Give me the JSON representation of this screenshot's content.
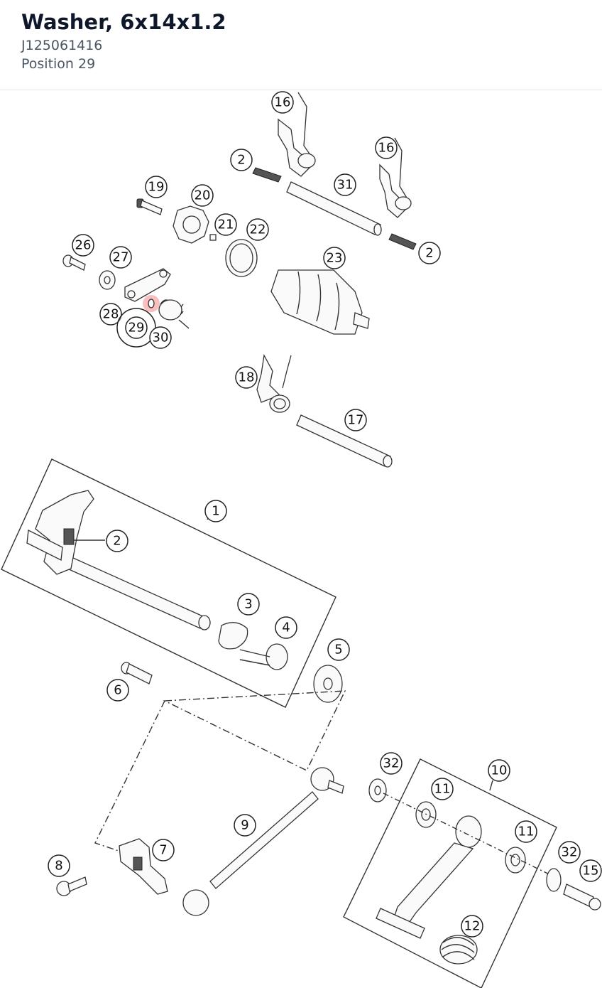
{
  "header": {
    "title": "Washer, 6x14x1.2",
    "sku": "J125061416",
    "position": "Position 29"
  },
  "colors": {
    "highlight": "#ef4444",
    "line": "#333333"
  },
  "diagram": {
    "highlighted_position": "29",
    "callouts": [
      {
        "label": "16"
      },
      {
        "label": "2"
      },
      {
        "label": "16"
      },
      {
        "label": "31"
      },
      {
        "label": "19"
      },
      {
        "label": "20"
      },
      {
        "label": "21"
      },
      {
        "label": "22"
      },
      {
        "label": "2"
      },
      {
        "label": "26"
      },
      {
        "label": "27"
      },
      {
        "label": "23"
      },
      {
        "label": "28"
      },
      {
        "label": "29"
      },
      {
        "label": "30"
      },
      {
        "label": "18"
      },
      {
        "label": "17"
      },
      {
        "label": "1"
      },
      {
        "label": "2"
      },
      {
        "label": "3"
      },
      {
        "label": "4"
      },
      {
        "label": "5"
      },
      {
        "label": "6"
      },
      {
        "label": "32"
      },
      {
        "label": "10"
      },
      {
        "label": "11"
      },
      {
        "label": "9"
      },
      {
        "label": "11"
      },
      {
        "label": "32"
      },
      {
        "label": "15"
      },
      {
        "label": "7"
      },
      {
        "label": "8"
      },
      {
        "label": "12"
      }
    ]
  }
}
